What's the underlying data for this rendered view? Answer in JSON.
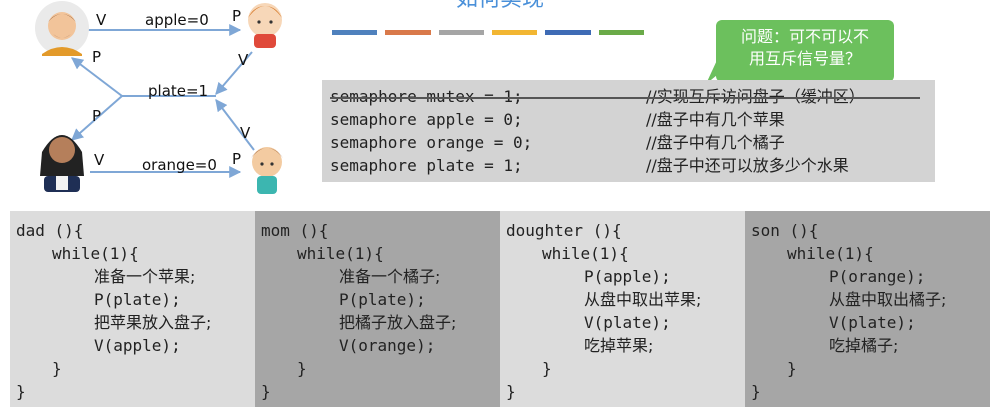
{
  "title": "如何实现",
  "color_bar": [
    "#4f81bd",
    "#d9794a",
    "#a5a5a5",
    "#f2b632",
    "#3e6bb5",
    "#6aaa48"
  ],
  "bubble": {
    "line1": "问题：可不可以不",
    "line2": "用互斥信号量？"
  },
  "diagram": {
    "apple_label": "apple=0",
    "plate_label": "plate=1",
    "orange_label": "orange=0",
    "v_label": "V",
    "p_label": "P"
  },
  "semaphores": [
    {
      "decl": "semaphore mutex = 1;",
      "comment": "//实现互斥访问盘子（缓冲区）"
    },
    {
      "decl": "semaphore apple = 0;",
      "comment": "//盘子中有几个苹果"
    },
    {
      "decl": "semaphore orange = 0;",
      "comment": "//盘子中有几个橘子"
    },
    {
      "decl": "semaphore plate = 1;",
      "comment": "//盘子中还可以放多少个水果"
    }
  ],
  "panels": [
    {
      "header": "dad (){",
      "loop": "while(1){",
      "lines": [
        "准备一个苹果;",
        "P(plate);",
        "把苹果放入盘子;",
        "V(apple);"
      ],
      "close_inner": "}",
      "close_outer": "}"
    },
    {
      "header": "mom (){",
      "loop": "while(1){",
      "lines": [
        "准备一个橘子;",
        "P(plate);",
        "把橘子放入盘子;",
        "V(orange);"
      ],
      "close_inner": "}",
      "close_outer": "}"
    },
    {
      "header": "doughter (){",
      "loop": "while(1){",
      "lines": [
        "P(apple);",
        "从盘中取出苹果;",
        "V(plate);",
        "吃掉苹果;"
      ],
      "close_inner": "}",
      "close_outer": "}"
    },
    {
      "header": "son (){",
      "loop": "while(1){",
      "lines": [
        "P(orange);",
        "从盘中取出橘子;",
        "V(plate);",
        "吃掉橘子;"
      ],
      "close_inner": "}",
      "close_outer": "}"
    }
  ]
}
